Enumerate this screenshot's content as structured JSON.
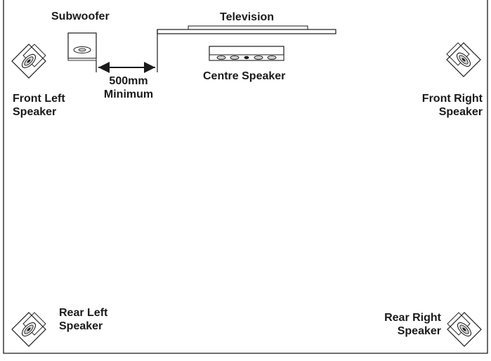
{
  "labels": {
    "subwoofer": "Subwoofer",
    "television": "Television",
    "distance": {
      "line1": "500mm",
      "line2": "Minimum"
    },
    "centre_speaker": "Centre Speaker",
    "front_left": {
      "line1": "Front Left",
      "line2": "Speaker"
    },
    "front_right": {
      "line1": "Front Right",
      "line2": "Speaker"
    },
    "rear_left": {
      "line1": "Rear Left",
      "line2": "Speaker"
    },
    "rear_right": {
      "line1": "Rear Right",
      "line2": "Speaker"
    }
  },
  "colors": {
    "stroke": "#1a1a1a",
    "fill": "#ffffff",
    "shade": "#cfcfcf"
  }
}
